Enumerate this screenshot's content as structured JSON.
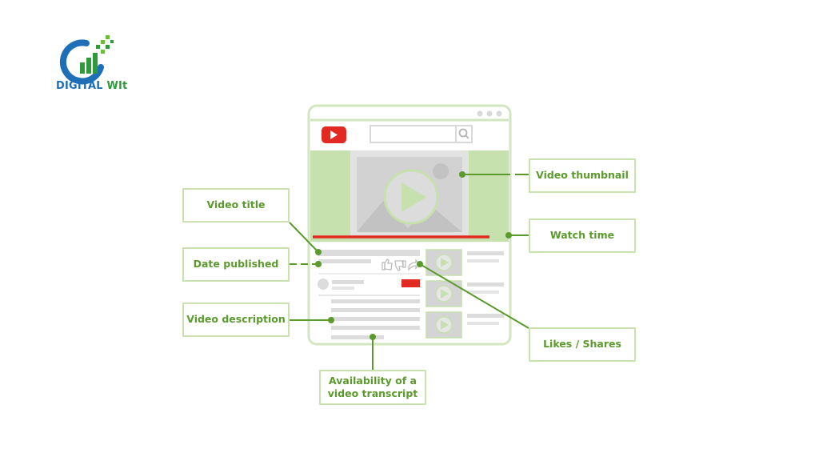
{
  "logo": {
    "brand_main": "DIGITAL",
    "brand_accent": "WIt",
    "colors": {
      "blue": "#1e6fb8",
      "green": "#2f9a3a"
    }
  },
  "labels": {
    "video_title": "Video title",
    "date_published": "Date published",
    "video_description": "Video description",
    "video_thumbnail": "Video thumbnail",
    "watch_time": "Watch time",
    "likes_shares": "Likes / Shares",
    "transcript_line1": "Availability of a",
    "transcript_line2": "video transcript"
  },
  "colors": {
    "accent_green": "#5b9a2c",
    "light_green": "#c9e2b0",
    "youtube_red": "#e32a22",
    "gray": "#d9d9d9"
  },
  "icons": [
    "youtube-logo-icon",
    "search-icon",
    "play-icon",
    "thumbs-up-icon",
    "thumbs-down-icon",
    "share-icon"
  ]
}
